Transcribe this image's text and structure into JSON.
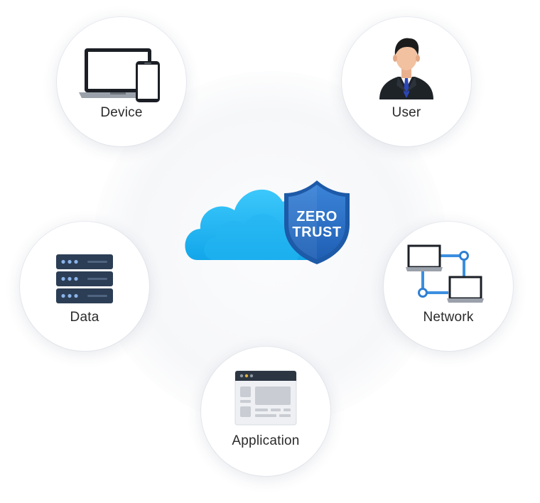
{
  "center": {
    "shield_line1": "ZERO",
    "shield_line2": "TRUST",
    "cloud_color": "#1ab8f5",
    "shield_color": "#2a6fc6"
  },
  "nodes": [
    {
      "id": "device",
      "label": "Device",
      "icon": "laptop-phone-icon"
    },
    {
      "id": "user",
      "label": "User",
      "icon": "businessman-icon"
    },
    {
      "id": "data",
      "label": "Data",
      "icon": "server-rack-icon"
    },
    {
      "id": "network",
      "label": "Network",
      "icon": "network-icon"
    },
    {
      "id": "application",
      "label": "Application",
      "icon": "app-window-icon"
    }
  ]
}
